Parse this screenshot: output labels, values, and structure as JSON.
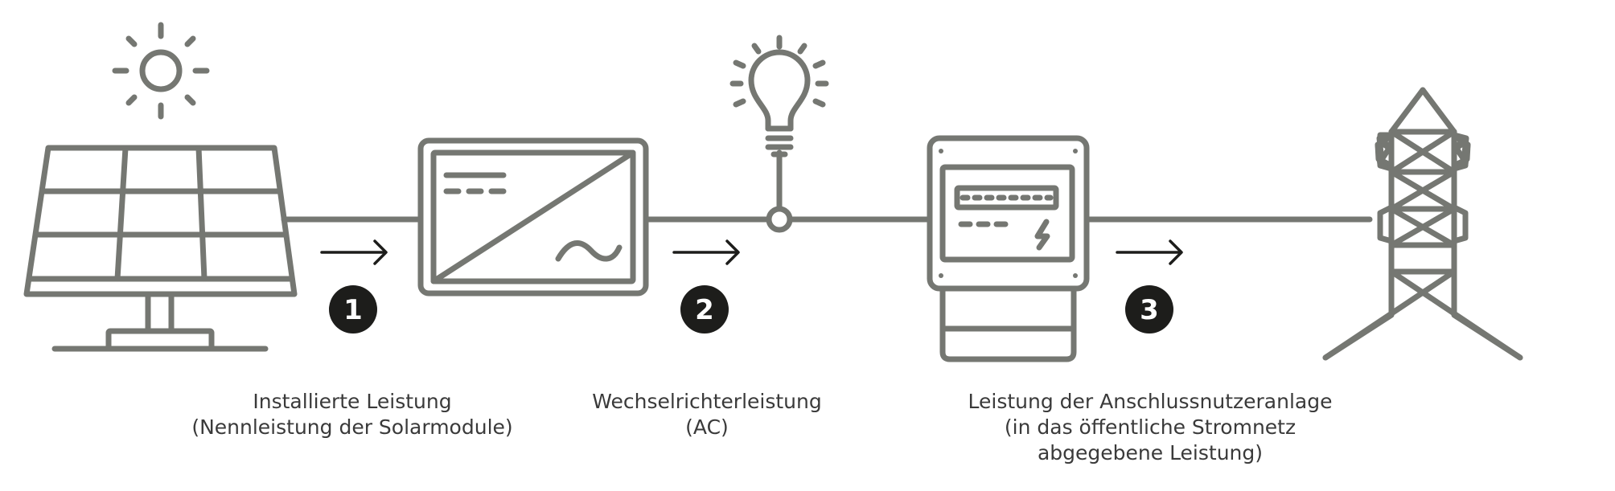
{
  "colors": {
    "icon_stroke": "#757772",
    "badge_fill": "#1d1d1b",
    "badge_text": "#ffffff",
    "arrow": "#1d1d1b",
    "caption_text": "#3a3a3a"
  },
  "icons": [
    "sun-icon",
    "solar-panel-icon",
    "inverter-icon",
    "lightbulb-icon",
    "electricity-meter-icon",
    "transmission-tower-icon"
  ],
  "steps": [
    {
      "number": "1",
      "caption_line1": "Installierte Leistung",
      "caption_line2": "(Nennleistung der Solarmodule)"
    },
    {
      "number": "2",
      "caption_line1": "Wechselrichterleistung",
      "caption_line2": "(AC)"
    },
    {
      "number": "3",
      "caption_line1": "Leistung der Anschlussnutzeranlage",
      "caption_line2": "(in das öffentliche Stromnetz",
      "caption_line3": "abgegebene Leistung)"
    }
  ]
}
